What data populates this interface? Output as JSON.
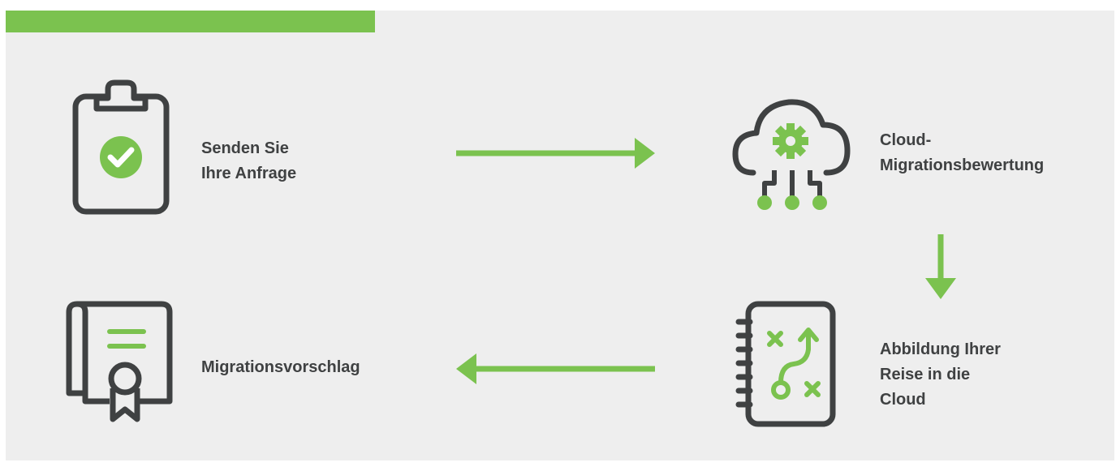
{
  "colors": {
    "accent": "#7bc24f",
    "stroke": "#3f4142",
    "background": "#eeeeee"
  },
  "steps": [
    {
      "label": "Senden Sie\nIhre Anfrage",
      "icon": "clipboard-check-icon"
    },
    {
      "label": "Cloud-\nMigrationsbewertung",
      "icon": "cloud-gear-icon"
    },
    {
      "label": "Abbildung Ihrer\nReise in die\nCloud",
      "icon": "notebook-map-icon"
    },
    {
      "label": "Migrationsvorschlag",
      "icon": "certificate-icon"
    }
  ]
}
